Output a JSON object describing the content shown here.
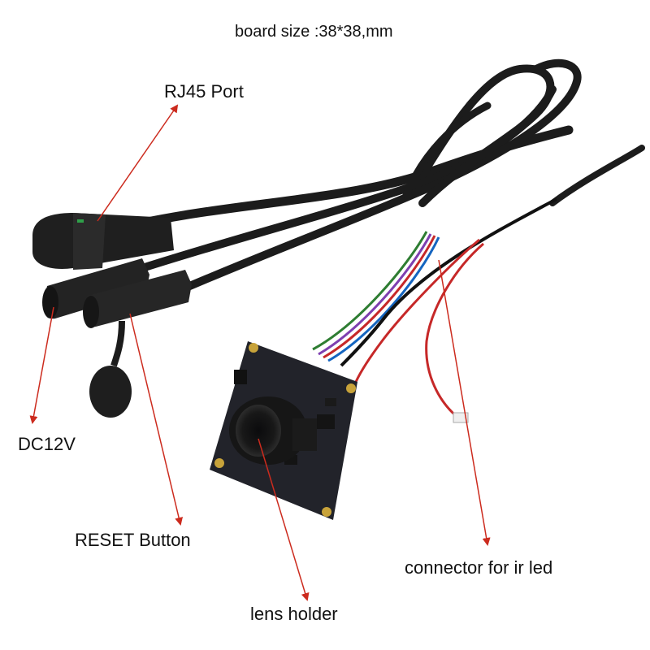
{
  "photo": {
    "labels": {
      "board_size": "board size :38*38,mm",
      "rj45": "RJ45 Port",
      "dc": "DC12V",
      "reset": "RESET Button",
      "lens": "lens holder",
      "ir_led": "connector for ir led"
    },
    "colors": {
      "arrow": "#cc2b1e",
      "cable": "#1c1c1c",
      "pcb": "#22232a"
    }
  }
}
